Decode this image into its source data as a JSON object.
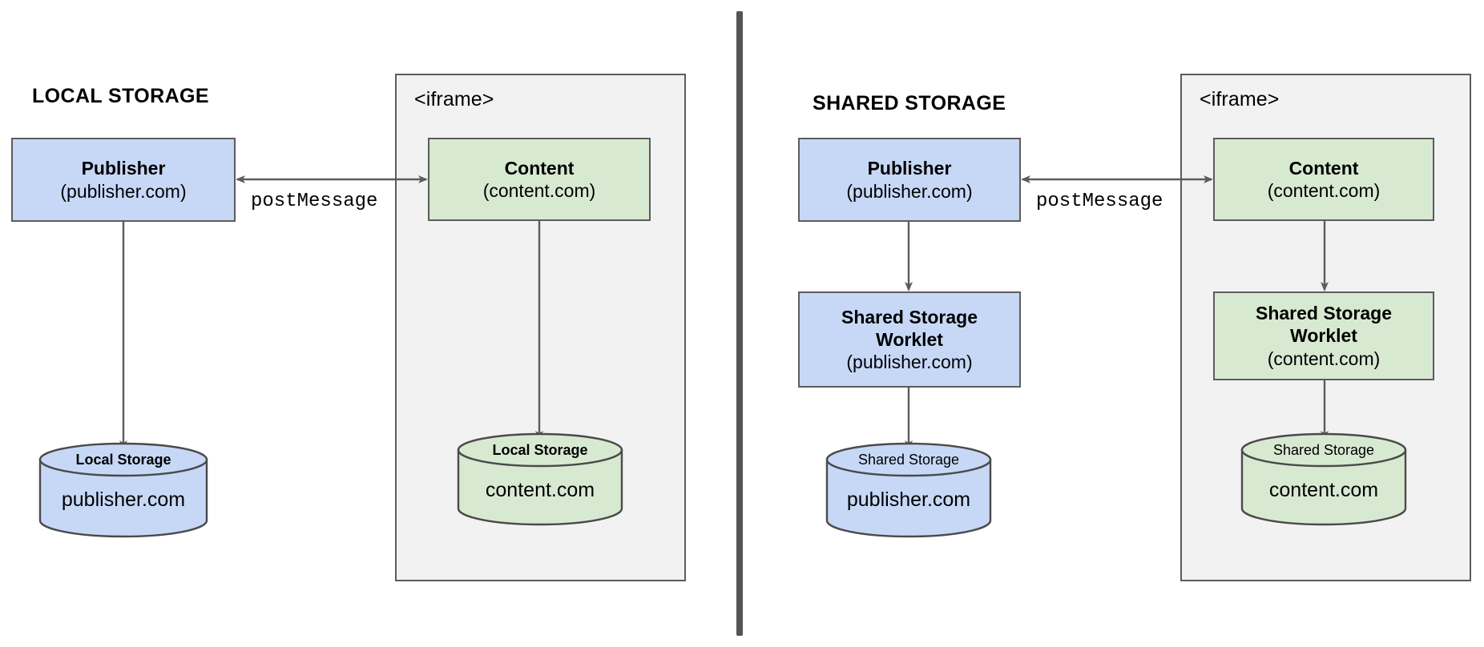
{
  "diagram": {
    "title_left": "LOCAL STORAGE",
    "title_right": "SHARED STORAGE",
    "message_label_left": "postMessage",
    "message_label_right": "postMessage",
    "iframe_label_left": "<iframe>",
    "iframe_label_right": "<iframe>",
    "colors": {
      "publisher_fill": "#c7d8f7",
      "content_fill": "#d8e9d2",
      "iframe_fill": "#f2f2f2",
      "stroke": "#5c5c5c",
      "divider": "#545454",
      "arrow": "#5c5c5c",
      "background": "#ffffff"
    }
  },
  "left_panel": {
    "publisher": {
      "title": "Publisher",
      "subtitle": "(publisher.com)"
    },
    "content": {
      "title": "Content",
      "subtitle": "(content.com)"
    },
    "publisher_store": {
      "kind": "Local Storage",
      "origin": "publisher.com"
    },
    "content_store": {
      "kind": "Local Storage",
      "origin": "content.com"
    }
  },
  "right_panel": {
    "publisher": {
      "title": "Publisher",
      "subtitle": "(publisher.com)"
    },
    "content": {
      "title": "Content",
      "subtitle": "(content.com)"
    },
    "publisher_worklet": {
      "title": "Shared Storage\nWorklet",
      "subtitle": "(publisher.com)"
    },
    "content_worklet": {
      "title": "Shared Storage\nWorklet",
      "subtitle": "(content.com)"
    },
    "publisher_store": {
      "kind": "Shared Storage",
      "origin": "publisher.com"
    },
    "content_store": {
      "kind": "Shared Storage",
      "origin": "content.com"
    }
  }
}
